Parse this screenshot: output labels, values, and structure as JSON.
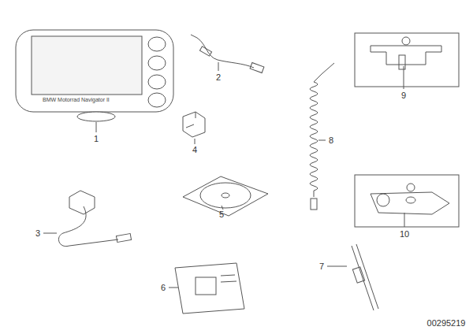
{
  "diagram": {
    "labels": [
      "1",
      "2",
      "3",
      "4",
      "5",
      "6",
      "7",
      "8",
      "9",
      "10",
      "00295219",
      "BMW Motorrad Navigator II"
    ]
  }
}
